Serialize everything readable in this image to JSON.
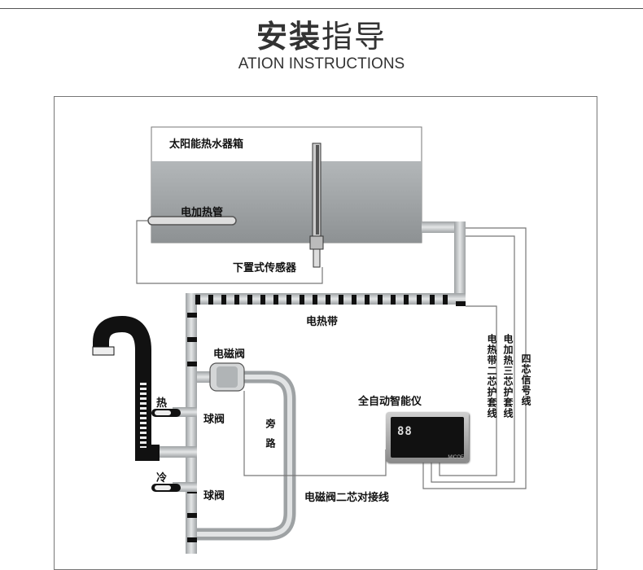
{
  "header": {
    "title_bold": "安装",
    "title_light": "指导",
    "subtitle": "ATION INSTRUCTIONS"
  },
  "labels": {
    "tank": "太阳能热水器箱",
    "heater_pipe": "电加热管",
    "sensor": "下置式传感器",
    "heat_belt": "电热带",
    "solenoid_valve": "电磁阀",
    "hot": "热",
    "cold": "冷",
    "ball_valve_1": "球阀",
    "ball_valve_2": "球阀",
    "bypass": "旁路",
    "controller": "全自动智能仪",
    "wire_heat_belt": "电热带二芯护套线",
    "wire_heater": "电加热三芯护套线",
    "wire_signal": "四芯信号线",
    "wire_solenoid": "电磁阀二芯对接线"
  },
  "controller": {
    "display": "88",
    "brand": "MICOE"
  },
  "colors": {
    "tank_water": "#9fa3a5",
    "pipe": "#c4c8ca",
    "pipe_edge": "#8e9294",
    "line": "#777777"
  }
}
